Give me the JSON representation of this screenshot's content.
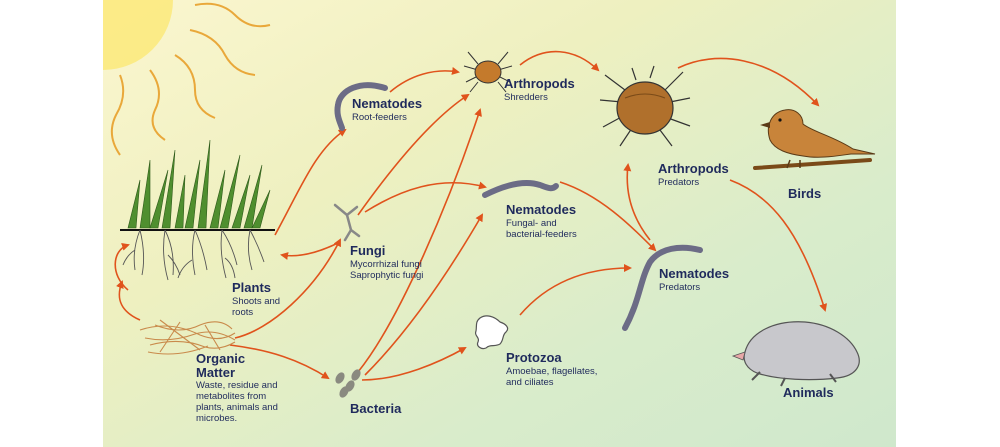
{
  "nodes": {
    "plants": {
      "title": "Plants",
      "sub": "Shoots and roots"
    },
    "organic_matter": {
      "title": "Organic Matter",
      "sub": "Waste, residue and metabolites from plants, animals and microbes."
    },
    "bacteria": {
      "title": "Bacteria"
    },
    "fungi": {
      "title": "Fungi",
      "sub": "Mycorrhizal fungi Saprophytic fungi"
    },
    "nematodes_root": {
      "title": "Nematodes",
      "sub": "Root-feeders"
    },
    "arthropods_shredders": {
      "title": "Arthropods",
      "sub": "Shredders"
    },
    "nematodes_fungal": {
      "title": "Nematodes",
      "sub": "Fungal- and bacterial-feeders"
    },
    "protozoa": {
      "title": "Protozoa",
      "sub": "Amoebae, flagellates, and ciliates"
    },
    "arthropods_predators": {
      "title": "Arthropods",
      "sub": "Predators"
    },
    "nematodes_predators": {
      "title": "Nematodes",
      "sub": "Predators"
    },
    "birds": {
      "title": "Birds"
    },
    "animals": {
      "title": "Animals"
    }
  },
  "colors": {
    "arrow": "#e0531c",
    "label": "#1f2a5c",
    "sun": "#fbe97a",
    "worm": "#6c6c86",
    "mite": "#b0702c"
  }
}
